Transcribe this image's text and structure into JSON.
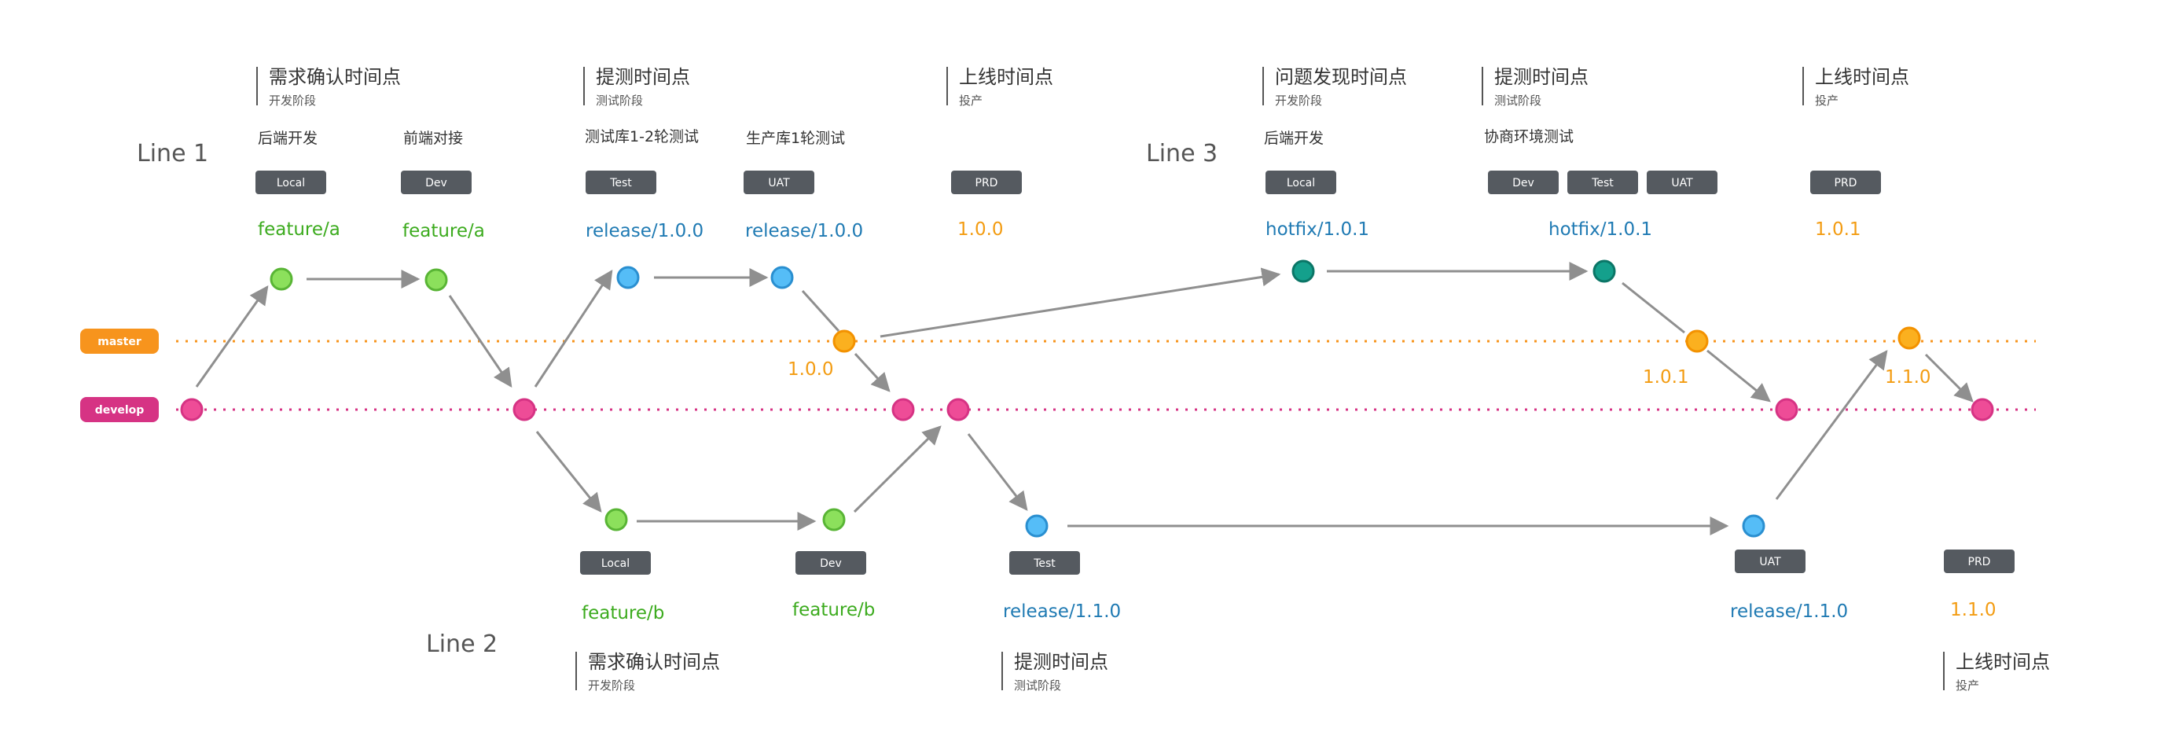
{
  "colors": {
    "master": "#f7941d",
    "develop": "#d63384",
    "feature_green": "#7ed957",
    "release_blue": "#4ab3f4",
    "hotfix_teal": "#0f8f7f",
    "arrow": "#8f8f8f",
    "env_box": "#555a60",
    "label_green": "#3cab1e",
    "label_blue": "#1f7ab3",
    "label_orange": "#f39c12"
  },
  "branches": {
    "master": "master",
    "develop": "develop"
  },
  "lines": {
    "line1": "Line 1",
    "line2": "Line 2",
    "line3": "Line 3"
  },
  "milestones": {
    "m1": {
      "title": "需求确认时间点",
      "sub": "开发阶段"
    },
    "m2": {
      "title": "提测时间点",
      "sub": "测试阶段"
    },
    "m3": {
      "title": "上线时间点",
      "sub": "投产"
    },
    "m4": {
      "title": "问题发现时间点",
      "sub": "开发阶段"
    },
    "m5": {
      "title": "提测时间点",
      "sub": "测试阶段"
    },
    "m6": {
      "title": "上线时间点",
      "sub": "投产"
    },
    "m7": {
      "title": "需求确认时间点",
      "sub": "开发阶段"
    },
    "m8": {
      "title": "提测时间点",
      "sub": "测试阶段"
    },
    "m9": {
      "title": "上线时间点",
      "sub": "投产"
    }
  },
  "tasks": {
    "t1": "后端开发",
    "t2": "前端对接",
    "t3": "测试库1-2轮测试",
    "t4": "生产库1轮测试",
    "t5": "后端开发",
    "t6": "协商环境测试"
  },
  "envs": {
    "e1": "Local",
    "e2": "Dev",
    "e3": "Test",
    "e4": "UAT",
    "e5": "PRD",
    "e6": "Local",
    "e7": "Dev",
    "e8": "Test",
    "e9": "UAT",
    "e10": "PRD",
    "e11": "Local",
    "e12": "Dev",
    "e13": "Test",
    "e14": "UAT",
    "e15": "PRD"
  },
  "branch_labels": {
    "b1": "feature/a",
    "b2": "feature/a",
    "b3": "release/1.0.0",
    "b4": "release/1.0.0",
    "b5": "1.0.0",
    "b6": "hotfix/1.0.1",
    "b7": "hotfix/1.0.1",
    "b8": "1.0.1",
    "b9": "feature/b",
    "b10": "feature/b",
    "b11": "release/1.1.0",
    "b12": "release/1.1.0",
    "b13": "1.1.0"
  },
  "versions": {
    "v1": "1.0.0",
    "v2": "1.0.1",
    "v3": "1.1.0"
  }
}
